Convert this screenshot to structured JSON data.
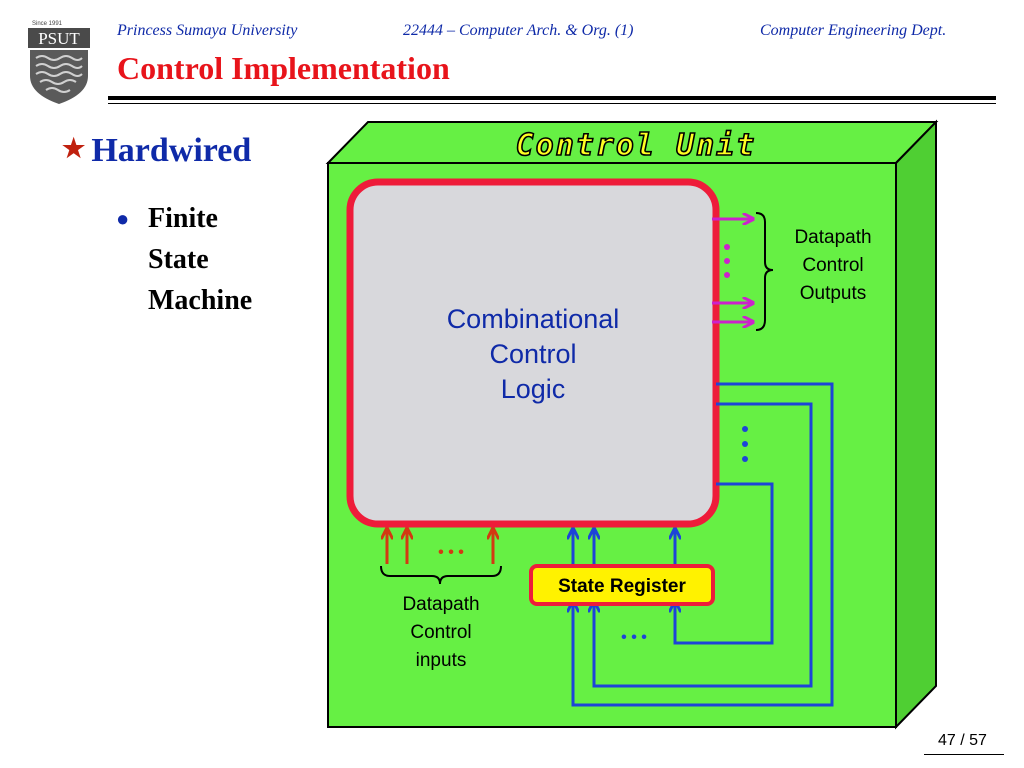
{
  "header": {
    "university": "Princess Sumaya University",
    "course": "22444 – Computer Arch. & Org. (1)",
    "department": "Computer Engineering Dept.",
    "title": "Control Implementation",
    "logo": {
      "text": "PSUT",
      "since": "Since 1991"
    }
  },
  "bullets": {
    "level1": "Hardwired",
    "level2": [
      "Finite",
      "State",
      "Machine"
    ]
  },
  "diagram": {
    "control_unit_label": "Control Unit",
    "logic_block": [
      "Combinational",
      "Control",
      "Logic"
    ],
    "outputs_label": [
      "Datapath",
      "Control",
      "Outputs"
    ],
    "inputs_label": [
      "Datapath",
      "Control",
      "inputs"
    ],
    "state_register": "State Register",
    "ellipsis": "• • •",
    "colors": {
      "unit_fill": "#66f044",
      "unit_side": "#4fcf33",
      "logic_fill": "#d8d8dc",
      "logic_border": "#ee1c3a",
      "output_arrows": "#cc22cc",
      "input_arrows": "#d23a12",
      "state_lines": "#1d44d8",
      "register_fill": "#fff200",
      "text_blue": "#0f2aa8"
    }
  },
  "footer": {
    "page": "47 / 57"
  }
}
